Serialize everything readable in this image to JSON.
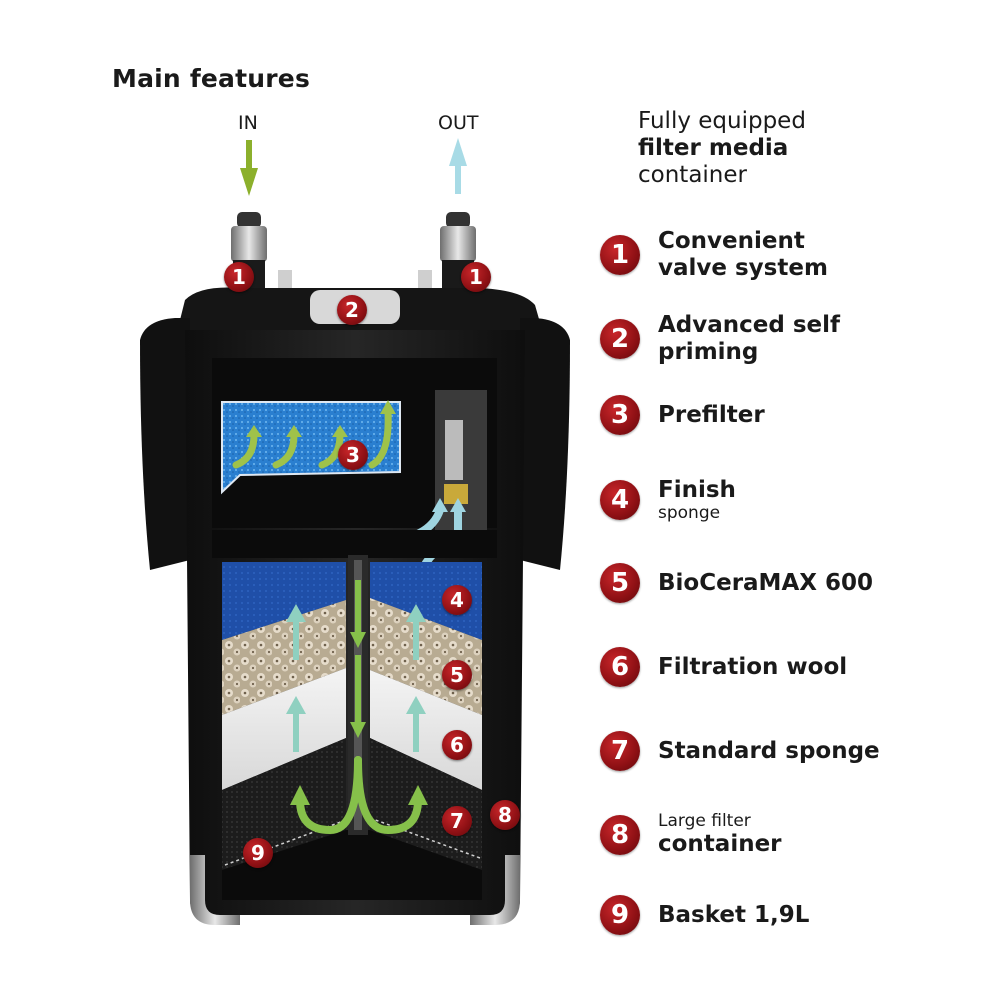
{
  "title": "Main features",
  "flow": {
    "in_label": "IN",
    "out_label": "OUT",
    "in_color": "#8cb02c",
    "out_color": "#a8dbe6"
  },
  "subtitle": {
    "line1": "Fully equipped",
    "line2": "filter media",
    "line3": "container"
  },
  "badge_color": "#9a1418",
  "features": [
    {
      "number": "1",
      "label": "Convenient",
      "label2": "valve system"
    },
    {
      "number": "2",
      "label": "Advanced self",
      "label2": "priming"
    },
    {
      "number": "3",
      "label": "Prefilter"
    },
    {
      "number": "4",
      "label": "Finish",
      "sublabel": "sponge"
    },
    {
      "number": "5",
      "label": "BioCeraMAX 600"
    },
    {
      "number": "6",
      "label": "Filtration wool"
    },
    {
      "number": "7",
      "label": "Standard sponge"
    },
    {
      "number": "8",
      "sublabel": "Large filter",
      "label": "container"
    },
    {
      "number": "9",
      "label": "Basket 1,9L"
    }
  ],
  "diagram_markers": [
    {
      "number": "1",
      "where": "in-valve"
    },
    {
      "number": "1",
      "where": "out-valve"
    },
    {
      "number": "2",
      "where": "priming-button"
    },
    {
      "number": "3",
      "where": "prefilter"
    },
    {
      "number": "4",
      "where": "finish-sponge"
    },
    {
      "number": "5",
      "where": "bioceramax"
    },
    {
      "number": "6",
      "where": "filtration-wool"
    },
    {
      "number": "7",
      "where": "standard-sponge"
    },
    {
      "number": "8",
      "where": "container"
    },
    {
      "number": "9",
      "where": "basket"
    }
  ]
}
